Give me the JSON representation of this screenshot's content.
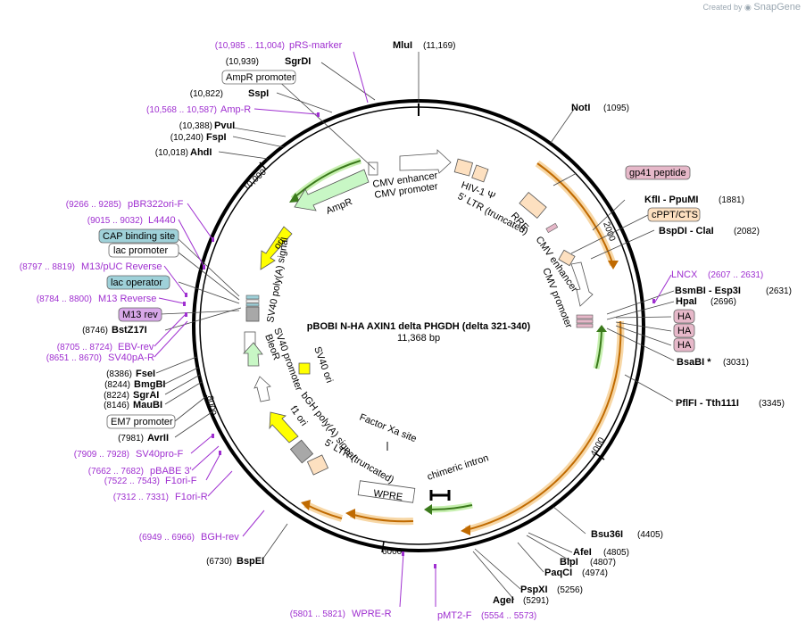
{
  "header": {
    "created_by": "Created by",
    "brand": "SnapGene"
  },
  "plasmid": {
    "name": "pBOBI N-HA AXIN1 delta PHGDH (delta 321-340)",
    "length": "11,368 bp"
  },
  "ring_ticks": [
    "2000",
    "4000",
    "6000",
    "8000",
    "10,000"
  ],
  "sites": {
    "mlul": {
      "name": "MluI",
      "pos": "(11,169)"
    },
    "sgrdi": {
      "name": "SgrDI",
      "pos": "(10,939)"
    },
    "sspi": {
      "name": "SspI",
      "pos": "(10,822)"
    },
    "pvui": {
      "name": "PvuI",
      "pos": "(10,388)"
    },
    "fspi": {
      "name": "FspI",
      "pos": "(10,240)"
    },
    "ahdi": {
      "name": "AhdI",
      "pos": "(10,018)"
    },
    "bstz17i": {
      "name": "BstZ17I",
      "pos": "(8746)"
    },
    "fsei": {
      "name": "FseI",
      "pos": "(8386)"
    },
    "bmgbi": {
      "name": "BmgBI",
      "pos": "(8244)"
    },
    "sgrai": {
      "name": "SgrAI",
      "pos": "(8224)"
    },
    "maubi": {
      "name": "MauBI",
      "pos": "(8146)"
    },
    "avrii": {
      "name": "AvrII",
      "pos": "(7981)"
    },
    "bspei": {
      "name": "BspEI",
      "pos": "(6730)"
    },
    "noti": {
      "name": "NotI",
      "pos": "(1095)"
    },
    "kfli": {
      "name": "KflI  - PpuMI",
      "pos": "(1881)"
    },
    "bspdi": {
      "name": "BspDI  - ClaI",
      "pos": "(2082)"
    },
    "bsmbi": {
      "name": "BsmBI  - Esp3I",
      "pos": "(2631)"
    },
    "hpai": {
      "name": "HpaI",
      "pos": "(2696)"
    },
    "bsabi": {
      "name": "BsaBI *",
      "pos": "(3031)"
    },
    "pflfi": {
      "name": "PflFI  - Tth111I",
      "pos": "(3345)"
    },
    "bsu36i": {
      "name": "Bsu36I",
      "pos": "(4405)"
    },
    "afei": {
      "name": "AfeI",
      "pos": "(4805)"
    },
    "blpi": {
      "name": "BlpI",
      "pos": "(4807)"
    },
    "paqci": {
      "name": "PaqCI",
      "pos": "(4974)"
    },
    "pspxi": {
      "name": "PspXI",
      "pos": "(5256)"
    },
    "agei": {
      "name": "AgeI",
      "pos": "(5291)"
    }
  },
  "primers": {
    "prs_marker": {
      "name": "pRS-marker",
      "range": "(10,985 .. 11,004)"
    },
    "amp_r": {
      "name": "Amp-R",
      "range": "(10,568 .. 10,587)"
    },
    "pbr322ori_f": {
      "name": "pBR322ori-F",
      "range": "(9266 .. 9285)"
    },
    "l4440": {
      "name": "L4440",
      "range": "(9015 .. 9032)"
    },
    "m13_puc_rev": {
      "name": "M13/pUC Reverse",
      "range": "(8797 .. 8819)"
    },
    "m13_reverse": {
      "name": "M13 Reverse",
      "range": "(8784 .. 8800)"
    },
    "ebv_rev": {
      "name": "EBV-rev",
      "range": "(8705 .. 8724)"
    },
    "sv40pa_r": {
      "name": "SV40pA-R",
      "range": "(8651 .. 8670)"
    },
    "sv40pro_f": {
      "name": "SV40pro-F",
      "range": "(7909 .. 7928)"
    },
    "pbabe3": {
      "name": "pBABE 3'",
      "range": "(7662 .. 7682)"
    },
    "f1ori_f": {
      "name": "F1ori-F",
      "range": "(7522 .. 7543)"
    },
    "f1ori_r": {
      "name": "F1ori-R",
      "range": "(7312 .. 7331)"
    },
    "bgh_rev": {
      "name": "BGH-rev",
      "range": "(6949 .. 6966)"
    },
    "wpre_r": {
      "name": "WPRE-R",
      "range": "(5801 .. 5821)"
    },
    "pmt2_f": {
      "name": "pMT2-F",
      "range": "(5554 .. 5573)"
    },
    "lncx": {
      "name": "LNCX",
      "range": "(2607 .. 2631)"
    }
  },
  "boxed_labels": {
    "ampr_promoter": "AmpR promoter",
    "cap_binding_site": "CAP binding site",
    "lac_promoter": "lac promoter",
    "lac_operator": "lac operator",
    "m13_rev": "M13 rev",
    "em7_promoter": "EM7 promoter",
    "gp41_peptide": "gp41 peptide",
    "cppt_cts": "cPPT/CTS",
    "ha1": "HA",
    "ha2": "HA",
    "ha3": "HA"
  },
  "features": {
    "cmv_enhancer_top": "CMV enhancer",
    "cmv_promoter_top": "CMV promoter",
    "hiv1_psi": "HIV-1 Ψ",
    "ltr5_top": "5' LTR (truncated)",
    "rre": "RRE",
    "cmv_enhancer_right": "CMV enhancer",
    "cmv_promoter_right": "CMV promoter",
    "ampr": "AmpR",
    "ori": "ori",
    "sv40_polya": "SV40 poly(A) signal",
    "sv40_promoter": "SV40 promoter",
    "bleor": "BleoR",
    "sv40_ori": "SV40 ori",
    "bgh_polya": "bGH poly(A) signal",
    "f1_ori": "f1 ori",
    "ltr5_bottom": "5' LTR (truncated)",
    "factor_xa": "Factor Xa site",
    "wpre": "WPRE",
    "chimeric_intron": "chimeric intron"
  },
  "colors": {
    "primer": "#9f2fd0",
    "orange_orf": "#e8891a",
    "green_orf": "#4f9a2a",
    "ampr_fill": "#c8f7c5",
    "ori_fill": "#ffff00",
    "ltr_fill": "#fde0c0",
    "cap_fill": "#9fd1d9",
    "ha_fill": "#e6b8c9"
  }
}
